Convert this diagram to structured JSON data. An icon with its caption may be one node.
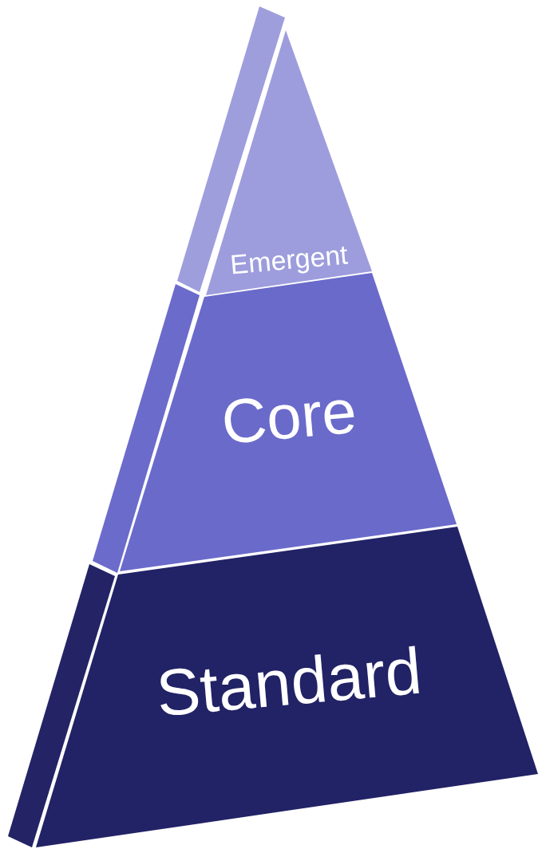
{
  "diagram": {
    "nodes": [
      {
        "text": [
          "Emergent"
        ]
      },
      {
        "text": [
          "Core"
        ]
      },
      {
        "text": [
          "Standard"
        ]
      }
    ]
  }
}
